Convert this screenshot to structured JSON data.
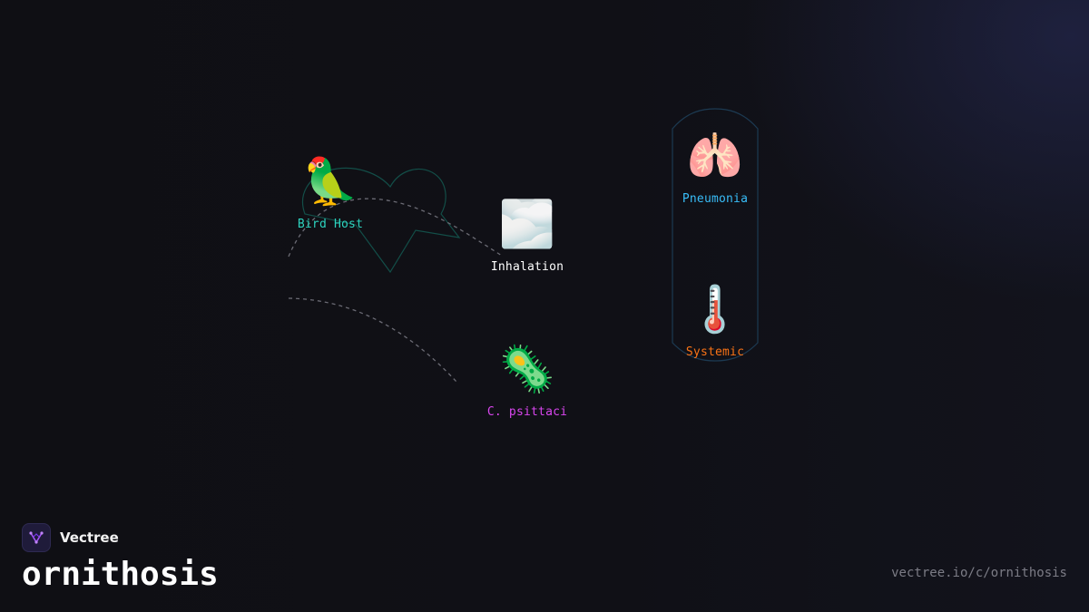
{
  "brand": {
    "name": "Vectree",
    "logo_icon": "vectree-logo-icon",
    "accent": "#a855f7"
  },
  "title": "ornithosis",
  "url": "vectree.io/c/ornithosis",
  "nodes": {
    "bird_host": {
      "label": "Bird Host",
      "icon": "🦜",
      "icon_name": "parrot-icon",
      "color": "#2dd4bf"
    },
    "inhalation": {
      "label": "Inhalation",
      "icon": "🌫️",
      "icon_name": "fog-icon",
      "color": "#ffffff"
    },
    "psittaci": {
      "label": "C. psittaci",
      "icon": "🦠",
      "icon_name": "microbe-icon",
      "color": "#d946ef"
    },
    "pneumonia": {
      "label": "Pneumonia",
      "icon": "🫁",
      "icon_name": "lungs-icon",
      "color": "#38bdf8"
    },
    "systemic": {
      "label": "Systemic",
      "icon": "🌡️",
      "icon_name": "thermometer-icon",
      "color": "#f97316"
    }
  }
}
